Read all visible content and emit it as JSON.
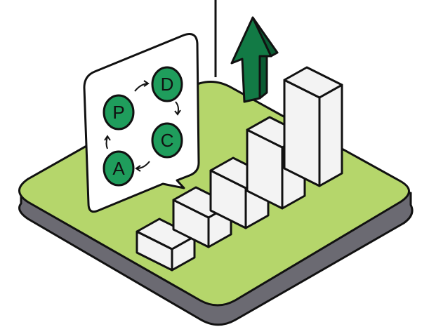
{
  "pdca": {
    "p": "P",
    "d": "D",
    "c": "C",
    "a": "A"
  },
  "colors": {
    "platform_top": "#b5d66b",
    "platform_base": "#6b6a72",
    "circle_fill": "#1f9d5c",
    "arrow_front": "#127a45",
    "arrow_side": "#0b5a32",
    "box_face": "#f3f3f3",
    "outline": "#111111"
  },
  "bar_heights": [
    1,
    1.4,
    1.9,
    2.9,
    4.2
  ]
}
